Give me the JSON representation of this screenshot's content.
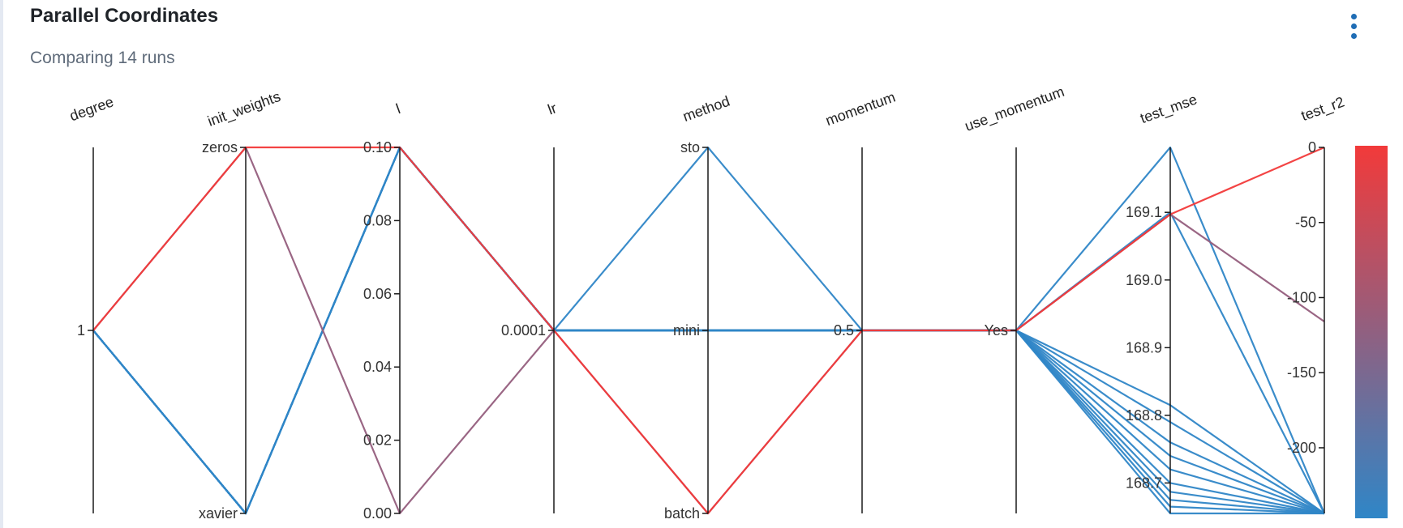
{
  "panel": {
    "title": "Parallel Coordinates",
    "subtitle": "Comparing 14 runs",
    "menu_icon": "more-vertical-icon"
  },
  "colors": {
    "low": "#2f86c7",
    "high": "#f23a3a",
    "axis": "#1a1a1a",
    "text": "#333333"
  },
  "chart_data": {
    "type": "parallel-coordinates",
    "dimensions": [
      {
        "name": "degree",
        "kind": "categorical",
        "categories": [
          "1"
        ],
        "ticks": [
          "1"
        ]
      },
      {
        "name": "init_weights",
        "kind": "categorical",
        "categories": [
          "xavier",
          "zeros"
        ],
        "ticks": [
          "zeros",
          "xavier"
        ]
      },
      {
        "name": "l",
        "kind": "numeric",
        "range": [
          0,
          0.1
        ],
        "ticks": [
          "0.10",
          "0.08",
          "0.06",
          "0.04",
          "0.02",
          "0.00"
        ]
      },
      {
        "name": "lr",
        "kind": "categorical",
        "categories": [
          "0.0001"
        ],
        "ticks": [
          "0.0001"
        ]
      },
      {
        "name": "method",
        "kind": "categorical",
        "categories": [
          "batch",
          "mini",
          "sto"
        ],
        "ticks": [
          "sto",
          "mini",
          "batch"
        ]
      },
      {
        "name": "momentum",
        "kind": "categorical",
        "categories": [
          "0.5"
        ],
        "ticks": [
          "0.5"
        ]
      },
      {
        "name": "use_momentum",
        "kind": "categorical",
        "categories": [
          "Yes"
        ],
        "ticks": [
          "Yes"
        ]
      },
      {
        "name": "test_mse",
        "kind": "numeric",
        "range": [
          168.655,
          169.196
        ],
        "ticks": [
          "169.1",
          "169.0",
          "168.9",
          "168.8",
          "168.7"
        ]
      },
      {
        "name": "test_r2",
        "kind": "numeric",
        "range": [
          -243.7,
          0
        ],
        "ticks": [
          "0",
          "-50",
          "-100",
          "-150",
          "-200"
        ]
      }
    ],
    "color_dimension": "test_r2",
    "color_scale": {
      "range": [
        -243.7,
        0
      ],
      "colors": [
        "#2f86c7",
        "#f23a3a"
      ]
    },
    "runs": [
      {
        "degree": "1",
        "init_weights": "zeros",
        "l": 0.1,
        "lr": "0.0001",
        "method": "batch",
        "momentum": "0.5",
        "use_momentum": "Yes",
        "test_mse": 169.097,
        "test_r2": 0
      },
      {
        "degree": "1",
        "init_weights": "zeros",
        "l": 0,
        "lr": "0.0001",
        "method": "batch",
        "momentum": "0.5",
        "use_momentum": "Yes",
        "test_mse": 169.097,
        "test_r2": -116
      },
      {
        "degree": "1",
        "init_weights": "xavier",
        "l": 0.1,
        "lr": "0.0001",
        "method": "sto",
        "momentum": "0.5",
        "use_momentum": "Yes",
        "test_mse": 169.196,
        "test_r2": -243.7
      },
      {
        "degree": "1",
        "init_weights": "xavier",
        "l": 0.1,
        "lr": "0.0001",
        "method": "mini",
        "momentum": "0.5",
        "use_momentum": "Yes",
        "test_mse": 169.1,
        "test_r2": -243.7
      },
      {
        "degree": "1",
        "init_weights": "xavier",
        "l": 0.1,
        "lr": "0.0001",
        "method": "mini",
        "momentum": "0.5",
        "use_momentum": "Yes",
        "test_mse": 168.815,
        "test_r2": -243.7
      },
      {
        "degree": "1",
        "init_weights": "xavier",
        "l": 0.1,
        "lr": "0.0001",
        "method": "mini",
        "momentum": "0.5",
        "use_momentum": "Yes",
        "test_mse": 168.79,
        "test_r2": -243.7
      },
      {
        "degree": "1",
        "init_weights": "xavier",
        "l": 0.1,
        "lr": "0.0001",
        "method": "mini",
        "momentum": "0.5",
        "use_momentum": "Yes",
        "test_mse": 168.76,
        "test_r2": -243.7
      },
      {
        "degree": "1",
        "init_weights": "xavier",
        "l": 0.1,
        "lr": "0.0001",
        "method": "mini",
        "momentum": "0.5",
        "use_momentum": "Yes",
        "test_mse": 168.74,
        "test_r2": -243.7
      },
      {
        "degree": "1",
        "init_weights": "xavier",
        "l": 0.1,
        "lr": "0.0001",
        "method": "mini",
        "momentum": "0.5",
        "use_momentum": "Yes",
        "test_mse": 168.72,
        "test_r2": -243.7
      },
      {
        "degree": "1",
        "init_weights": "xavier",
        "l": 0.1,
        "lr": "0.0001",
        "method": "mini",
        "momentum": "0.5",
        "use_momentum": "Yes",
        "test_mse": 168.7,
        "test_r2": -243.7
      },
      {
        "degree": "1",
        "init_weights": "xavier",
        "l": 0.1,
        "lr": "0.0001",
        "method": "mini",
        "momentum": "0.5",
        "use_momentum": "Yes",
        "test_mse": 168.687,
        "test_r2": -243.7
      },
      {
        "degree": "1",
        "init_weights": "xavier",
        "l": 0.1,
        "lr": "0.0001",
        "method": "mini",
        "momentum": "0.5",
        "use_momentum": "Yes",
        "test_mse": 168.675,
        "test_r2": -243.7
      },
      {
        "degree": "1",
        "init_weights": "xavier",
        "l": 0.1,
        "lr": "0.0001",
        "method": "mini",
        "momentum": "0.5",
        "use_momentum": "Yes",
        "test_mse": 168.665,
        "test_r2": -243.7
      },
      {
        "degree": "1",
        "init_weights": "xavier",
        "l": 0.1,
        "lr": "0.0001",
        "method": "mini",
        "momentum": "0.5",
        "use_momentum": "Yes",
        "test_mse": 168.655,
        "test_r2": -243.7
      }
    ]
  }
}
